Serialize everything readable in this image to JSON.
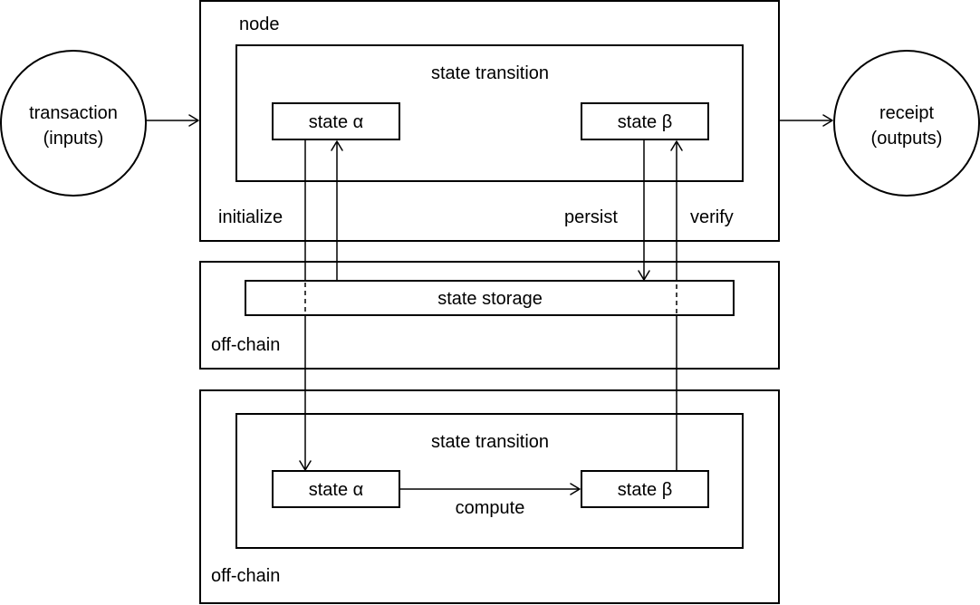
{
  "inputs": {
    "line1": "transaction",
    "line2": "(inputs)"
  },
  "outputs": {
    "line1": "receipt",
    "line2": "(outputs)"
  },
  "node": {
    "label": "node",
    "transition_label": "state transition",
    "state_a": "state α",
    "state_b": "state β",
    "initialize_label": "initialize",
    "persist_label": "persist",
    "verify_label": "verify"
  },
  "storage_layer": {
    "label": "off-chain",
    "storage_label": "state storage"
  },
  "compute_layer": {
    "label": "off-chain",
    "transition_label": "state transition",
    "state_a": "state α",
    "state_b": "state β",
    "compute_label": "compute"
  }
}
